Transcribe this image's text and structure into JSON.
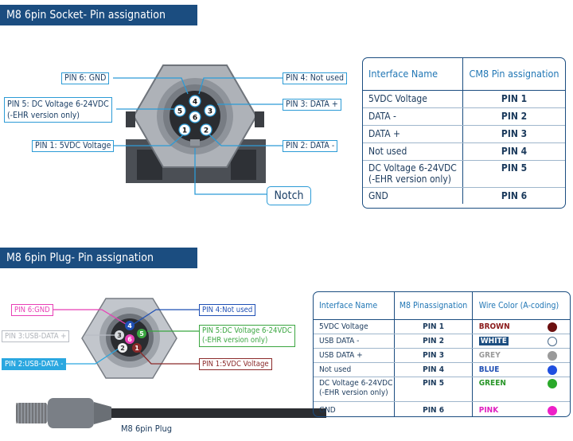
{
  "socket_section": {
    "title": "M8 6pin Socket- Pin assignation",
    "labels": {
      "pin6": "PIN 6: GND",
      "pin4": "PIN 4: Not used",
      "pin5_line1": "PIN 5: DC Voltage 6-24VDC",
      "pin5_line2": "(-EHR version only)",
      "pin3": "PIN 3: DATA +",
      "pin1": "PIN 1: 5VDC Voltage",
      "pin2": "PIN 2: DATA -",
      "notch": "Notch"
    },
    "pin_numbers": [
      "4",
      "3",
      "5",
      "6",
      "1",
      "2"
    ],
    "table": {
      "headers": [
        "Interface Name",
        "CM8 Pin assignation"
      ],
      "rows": [
        {
          "name": "5VDC Voltage",
          "pin": "PIN 1"
        },
        {
          "name": "DATA -",
          "pin": "PIN 2"
        },
        {
          "name": "DATA +",
          "pin": "PIN 3"
        },
        {
          "name": "Not used",
          "pin": "PIN 4"
        },
        {
          "name_line1": "DC Voltage 6-24VDC",
          "name_line2": "(-EHR version only)",
          "pin": "PIN 5"
        },
        {
          "name": "GND",
          "pin": "PIN 6"
        }
      ]
    }
  },
  "plug_section": {
    "title": "M8 6pin Plug- Pin assignation",
    "labels": {
      "pin6": "PIN 6:GND",
      "pin4": "PIN 4:Not used",
      "pin3": "PIN 3:USB-DATA +",
      "pin5_line1": "PIN 5:DC Voltage 6-24VDC",
      "pin5_line2": "(-EHR version only)",
      "pin2": "PIN 2:USB-DATA -",
      "pin1": "PIN 1:5VDC Voltage"
    },
    "pin_numbers": [
      "4",
      "3",
      "5",
      "6",
      "2",
      "1"
    ],
    "caption": "M8 6pin Plug",
    "colors": {
      "pin6": "#e83fb5",
      "pin4": "#1f4fb4",
      "pin3": "#b8bcc4",
      "pin5": "#3aa640",
      "pin2": "#2aa7e0",
      "pin1": "#8b2a2a"
    },
    "table": {
      "headers": [
        "Interface Name",
        "M8 Pinassignation",
        "Wire Color (A-coding)"
      ],
      "rows": [
        {
          "name": "5VDC Voltage",
          "pin": "PIN 1",
          "color": "BROWN",
          "hex": "#6b0f0f",
          "text": "#8b1c1c"
        },
        {
          "name": "USB DATA -",
          "pin": "PIN 2",
          "color": "WHITE",
          "hex": "#ffffff",
          "text": "#ffffff"
        },
        {
          "name": "USB DATA +",
          "pin": "PIN 3",
          "color": "GREY",
          "hex": "#9a9a9a",
          "text": "#9a9a9a"
        },
        {
          "name": "Not used",
          "pin": "PIN 4",
          "color": "BLUE",
          "hex": "#1f4fe0",
          "text": "#1f4fb4"
        },
        {
          "name_line1": "DC Voltage 6-24VDC",
          "name_line2": "(-EHR version only)",
          "pin": "PIN 5",
          "color": "GREEN",
          "hex": "#2aa92a",
          "text": "#2a962a"
        },
        {
          "name": "GND",
          "pin": "PIN 6",
          "color": "PINK",
          "hex": "#ee20c8",
          "text": "#e020c0"
        }
      ]
    }
  }
}
